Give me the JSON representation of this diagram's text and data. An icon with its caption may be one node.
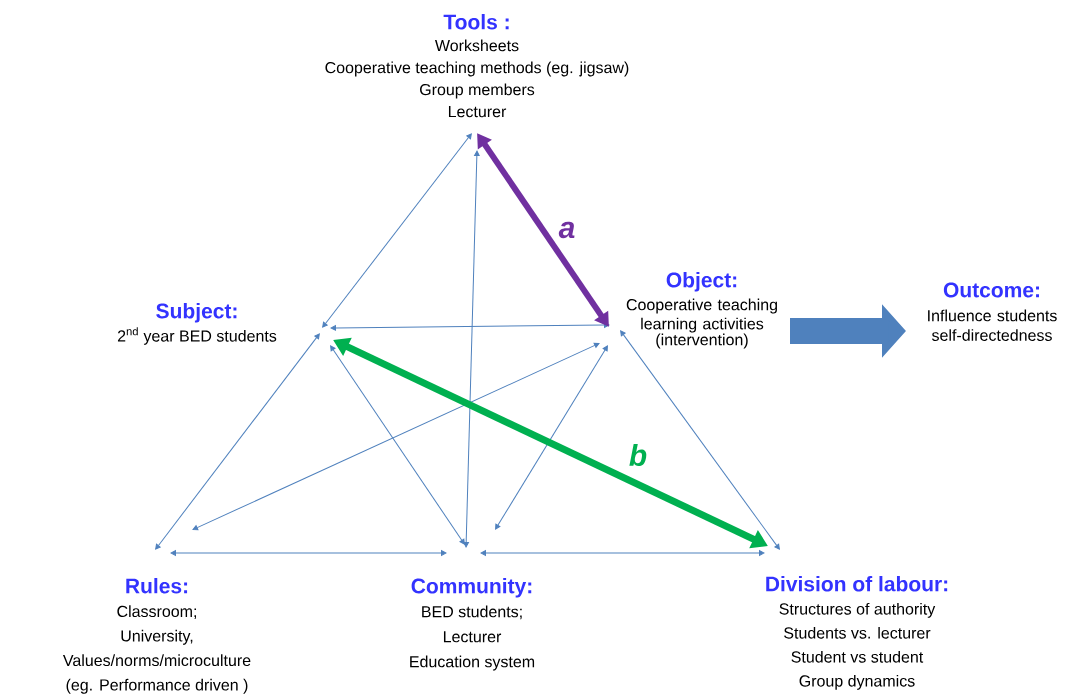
{
  "diagram": {
    "nodes": [
      {
        "text": [
          "Tools :",
          "Worksheets",
          "Cooperative teaching methods (eg. jigsaw)",
          "Group members",
          "Lecturer"
        ]
      },
      {
        "text": [
          "Subject:",
          "2$^{nd}$ year BED students"
        ]
      },
      {
        "text": [
          "Object:",
          "Cooperative teaching learning activities (intervention)"
        ]
      },
      {
        "text": [
          "Outcome:",
          "Influence students self-directedness"
        ]
      },
      {
        "text": [
          "Rules:",
          "Classroom;",
          "University,",
          "Values/norms/microculture",
          "(eg. Performance driven )"
        ]
      },
      {
        "text": [
          "Community:",
          "BED students;",
          "Lecturer",
          "Education system"
        ]
      },
      {
        "text": [
          "Division of labour:",
          "Structures of authority",
          "Students vs. lecturer",
          "Student vs student",
          "Group dynamics"
        ]
      }
    ],
    "edges": [
      {
        "from": 0,
        "to": 1,
        "arrow": "both"
      },
      {
        "from": 0,
        "to": 5,
        "arrow": "both"
      },
      {
        "from": 1,
        "to": 2,
        "arrow": "both"
      },
      {
        "from": 1,
        "to": 4,
        "arrow": "both"
      },
      {
        "from": 1,
        "to": 5,
        "arrow": "both"
      },
      {
        "from": 2,
        "to": 4,
        "arrow": "both"
      },
      {
        "from": 2,
        "to": 5,
        "arrow": "both"
      },
      {
        "from": 2,
        "to": 6,
        "arrow": "both"
      },
      {
        "from": 4,
        "to": 5,
        "arrow": "both"
      },
      {
        "from": 5,
        "to": 6,
        "arrow": "both"
      },
      {
        "from": 0,
        "to": 2,
        "arrow": "both",
        "label": "a",
        "style": "thick",
        "color": "#7030a0"
      },
      {
        "from": 1,
        "to": 6,
        "arrow": "both",
        "label": "b",
        "style": "thick",
        "color": "#00b050"
      },
      {
        "from": 2,
        "to": 3,
        "arrow": "to",
        "style": "thick"
      }
    ]
  }
}
